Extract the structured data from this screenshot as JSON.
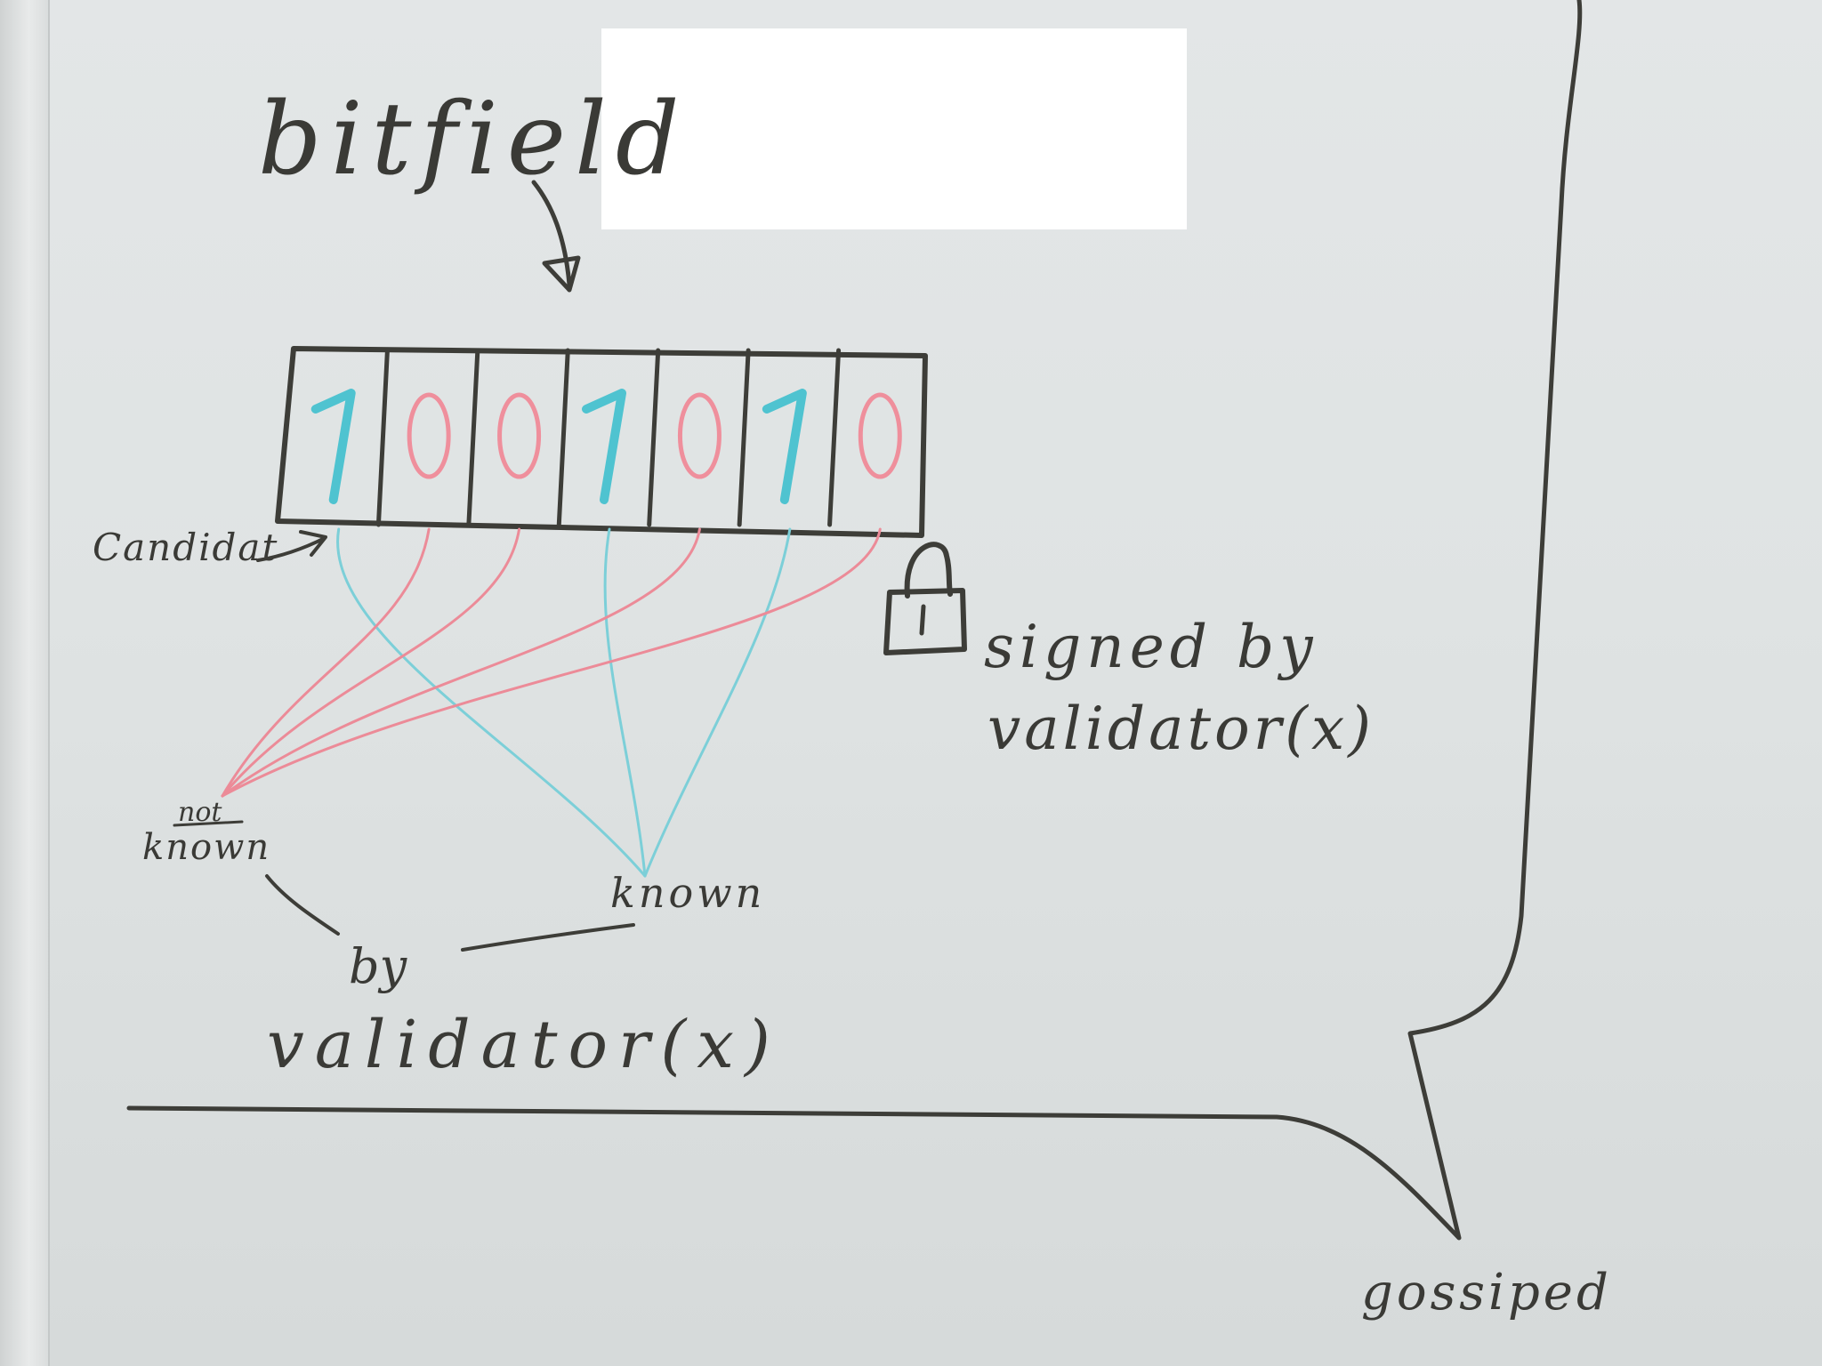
{
  "diagram": {
    "title": "bitfield",
    "bits": [
      1,
      0,
      0,
      1,
      0,
      1,
      0
    ],
    "labels": {
      "candidate": "Candidat",
      "signed_line1": "signed by",
      "signed_line2": "validator(x)",
      "not_known_prefix": "not",
      "not_known_word": "known",
      "known": "known",
      "by": "by",
      "by_validator": "validator(x)",
      "gossiped": "gossiped"
    },
    "icons": [
      "padlock-icon",
      "arrow-icon"
    ],
    "colors": {
      "ink": "#3d3d38",
      "one": "#4fc3d0",
      "zero": "#ef8f9c",
      "board": "#e1e4e4"
    }
  }
}
